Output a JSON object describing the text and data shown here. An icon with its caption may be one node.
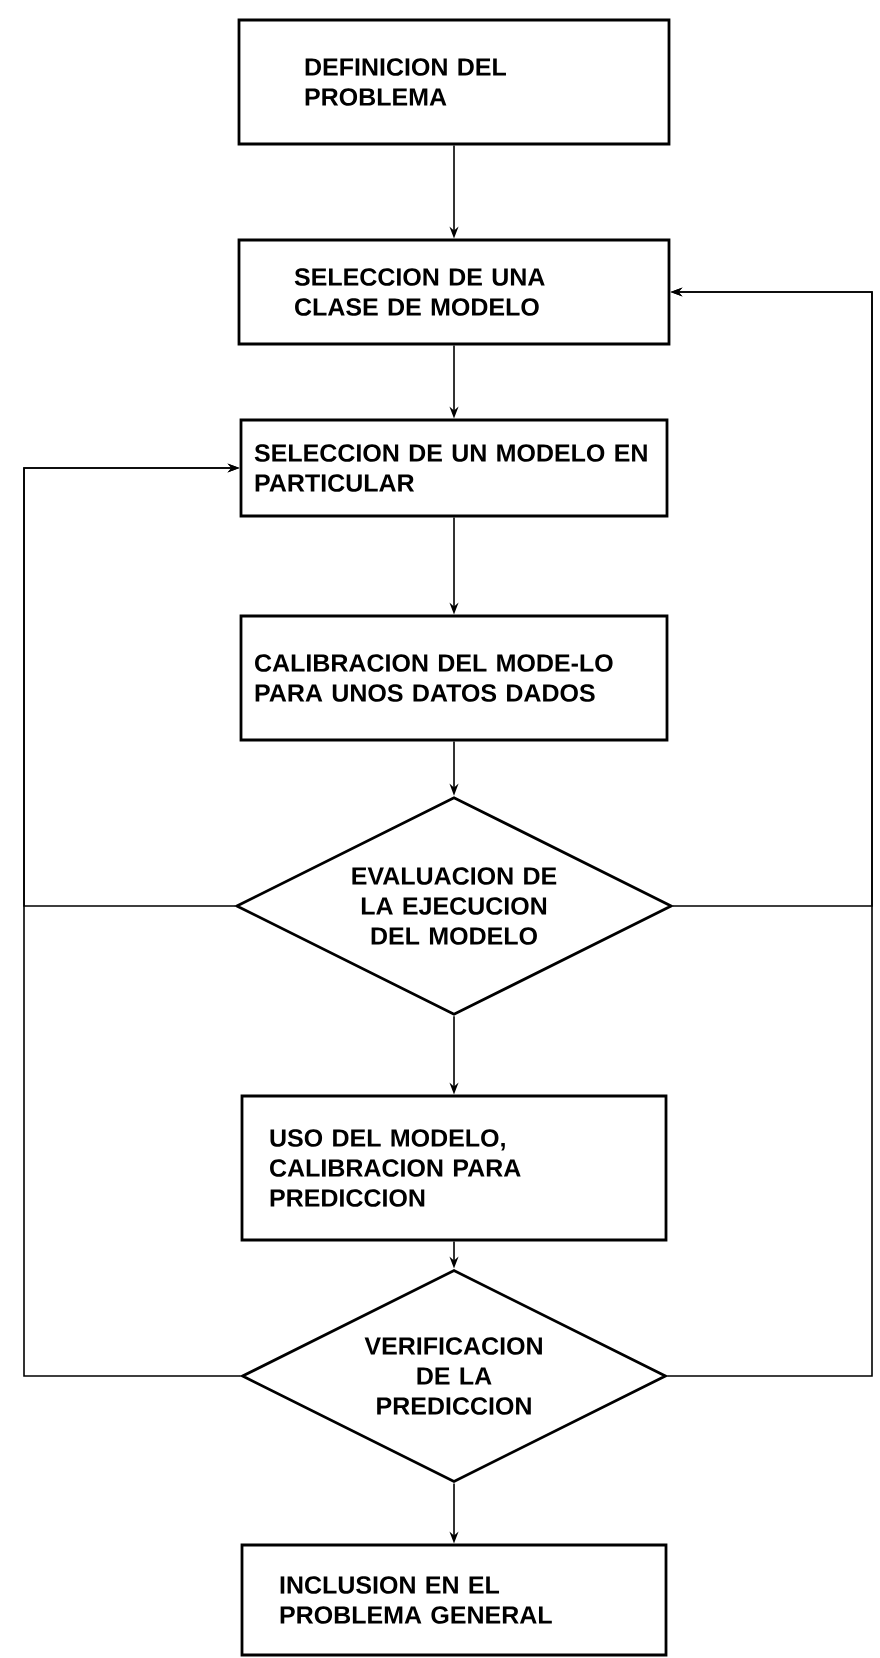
{
  "diagram": {
    "nodes": [
      {
        "text": [
          "DEFINICION DEL PROBLEMA"
        ]
      },
      {
        "text": [
          "SELECCION DE UNA CLASE DE MODELO"
        ]
      },
      {
        "text": [
          "SELECCION DE UN MODELO EN PARTICULAR"
        ]
      },
      {
        "text": [
          "CALIBRACION DEL MODE-LO PARA UNOS DATOS DADOS"
        ]
      },
      {
        "text": [
          "EVALUACION DE LA EJECUCION DEL MODELO"
        ]
      },
      {
        "text": [
          "USO DEL MODELO, CALIBRACION PARA PREDICCION"
        ]
      },
      {
        "text": [
          "VERIFICACION DE LA PREDICCION"
        ]
      },
      {
        "text": [
          "INCLUSION EN EL PROBLEMA GENERAL"
        ]
      }
    ],
    "edges": [
      {
        "from": 0,
        "to": 1,
        "arrow": "to"
      },
      {
        "from": 1,
        "to": 2,
        "arrow": "to"
      },
      {
        "from": 2,
        "to": 3,
        "arrow": "to"
      },
      {
        "from": 3,
        "to": 4,
        "arrow": "to"
      },
      {
        "from": 4,
        "to": 5,
        "arrow": "to"
      },
      {
        "from": 5,
        "to": 6,
        "arrow": "to"
      },
      {
        "from": 6,
        "to": 7,
        "arrow": "to"
      },
      {
        "from": 4,
        "to": 2,
        "arrow": "to"
      },
      {
        "from": 6,
        "to": 2,
        "arrow": "to"
      },
      {
        "from": 4,
        "to": 1,
        "arrow": "to"
      },
      {
        "from": 6,
        "to": 1,
        "arrow": "to"
      }
    ]
  }
}
